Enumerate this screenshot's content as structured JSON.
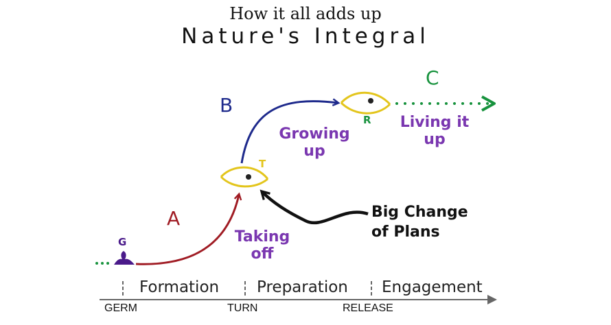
{
  "header": {
    "subtitle": "How it all adds up",
    "title": "Nature's Integral"
  },
  "colors": {
    "segment_a": "#a01c24",
    "segment_b": "#1e2a8c",
    "segment_c": "#17923d",
    "eye": "#e3c51c",
    "phase_text": "#7a37b0",
    "germ": "#4a1a8a",
    "axis": "#666666"
  },
  "diagram": {
    "segments": [
      {
        "letter": "A",
        "phase": [
          "Taking",
          "off"
        ]
      },
      {
        "letter": "B",
        "phase": [
          "Growing",
          "up"
        ]
      },
      {
        "letter": "C",
        "phase": [
          "Living it",
          "up"
        ]
      }
    ],
    "markers": {
      "germ": "G",
      "turn": "T",
      "release": "R"
    },
    "callout": [
      "Big Change",
      "of Plans"
    ]
  },
  "timeline": {
    "stages": [
      "Formation",
      "Preparation",
      "Engagement"
    ],
    "ticks": [
      "GERM",
      "TURN",
      "RELEASE"
    ]
  }
}
